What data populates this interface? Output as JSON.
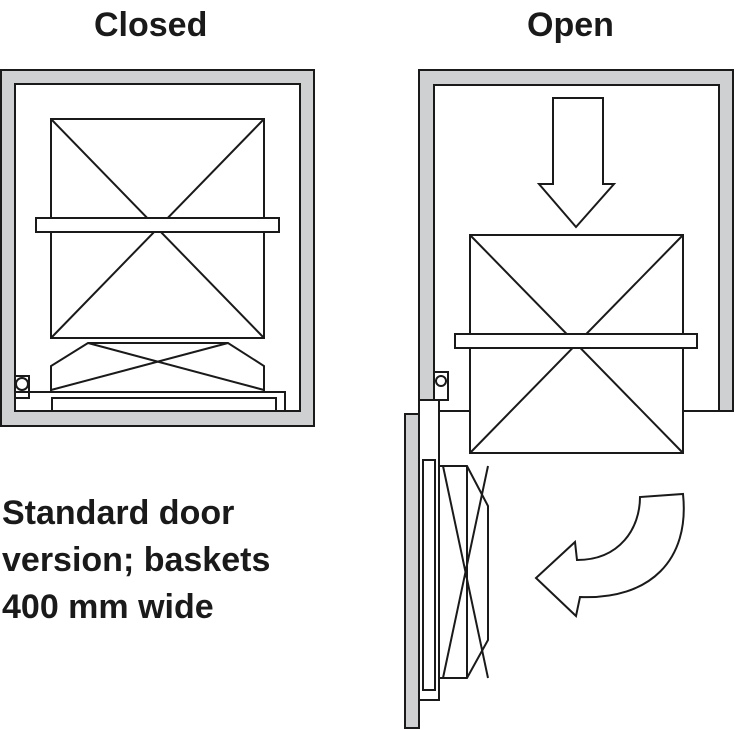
{
  "titles": {
    "closed": "Closed",
    "open": "Open"
  },
  "caption": {
    "lines": [
      "Standard door",
      "version; baskets",
      "400 mm wide"
    ]
  },
  "colors": {
    "line": "#1a1a1a",
    "panel": "#cfd0d2",
    "background": "#ffffff"
  }
}
